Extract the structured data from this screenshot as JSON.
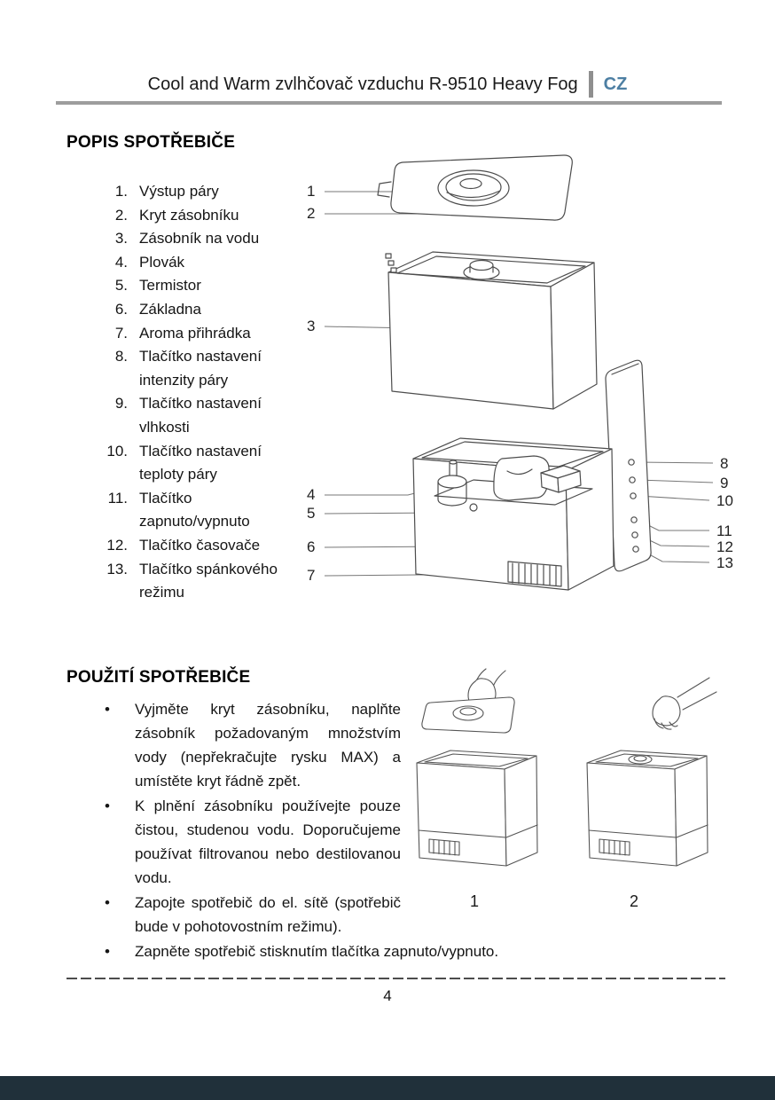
{
  "theme": {
    "accent_blue": "#4d7fa3",
    "rule_gray": "#9d9d9d",
    "bottom_bar": "#20303a"
  },
  "header": {
    "title": "Cool and Warm zvlhčovač vzduchu R-9510 Heavy Fog",
    "lang_badge": "CZ"
  },
  "description_section": {
    "heading": "POPIS SPOTŘEBIČE",
    "items": [
      {
        "num": "1.",
        "label": "Výstup páry"
      },
      {
        "num": "2.",
        "label": "Kryt zásobníku"
      },
      {
        "num": "3.",
        "label": "Zásobník na vodu"
      },
      {
        "num": "4.",
        "label": "Plovák"
      },
      {
        "num": "5.",
        "label": "Termistor"
      },
      {
        "num": "6.",
        "label": "Základna"
      },
      {
        "num": "7.",
        "label": "Aroma přihrádka"
      },
      {
        "num": "8.",
        "label": "Tlačítko nastavení intenzity páry"
      },
      {
        "num": "9.",
        "label": "Tlačítko nastavení vlhkosti"
      },
      {
        "num": "10.",
        "label": "Tlačítko nastavení teploty páry"
      },
      {
        "num": "11.",
        "label": "Tlačítko zapnuto/vypnuto"
      },
      {
        "num": "12.",
        "label": "Tlačítko časovače"
      },
      {
        "num": "13.",
        "label": "Tlačítko spánkového režimu"
      }
    ]
  },
  "diagram": {
    "callouts": [
      "1",
      "2",
      "3",
      "4",
      "5",
      "6",
      "7",
      "8",
      "9",
      "10",
      "11",
      "12",
      "13"
    ]
  },
  "usage_section": {
    "heading": "POUŽITÍ SPOTŘEBIČE",
    "bullets": [
      "Vyjměte kryt zásobníku, naplňte zásobník požadovaným množstvím vody (nepřekračujte rysku MAX) a umístěte kryt řádně zpět.",
      "K plnění zásobníku používejte pouze čistou, studenou vodu. Doporučujeme používat filtrovanou nebo destilovanou vodu.",
      "Zapojte spotřebič do el. sítě (spotřebič bude v pohotovostním režimu).",
      "Zapněte spotřebič stisknutím tlačítka zapnuto/vypnuto."
    ],
    "figure_labels": [
      "1",
      "2"
    ]
  },
  "footer": {
    "page_number": "4"
  }
}
